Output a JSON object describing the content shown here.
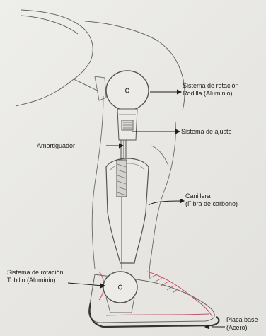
{
  "labels": {
    "knee_rotation": {
      "line1": "Sistema de rotación",
      "line2": "Rodilla (Aluminio)"
    },
    "adjustment": {
      "line1": "Sistema de ajuste"
    },
    "shock_absorber": {
      "line1": "Amortiguador"
    },
    "shin": {
      "line1": "Canillera",
      "line2": "(Fibra de carbono)"
    },
    "ankle_rotation": {
      "line1": "Sistema de rotación",
      "line2": "Tobillo (Aluminio)"
    },
    "base_plate": {
      "line1": "Placa base",
      "line2": "(Acero)"
    }
  },
  "colors": {
    "paper": "#e7e6e2",
    "pencil": "#555555",
    "ink": "#1e1e1e",
    "shoe_accent": "#c0566a"
  }
}
